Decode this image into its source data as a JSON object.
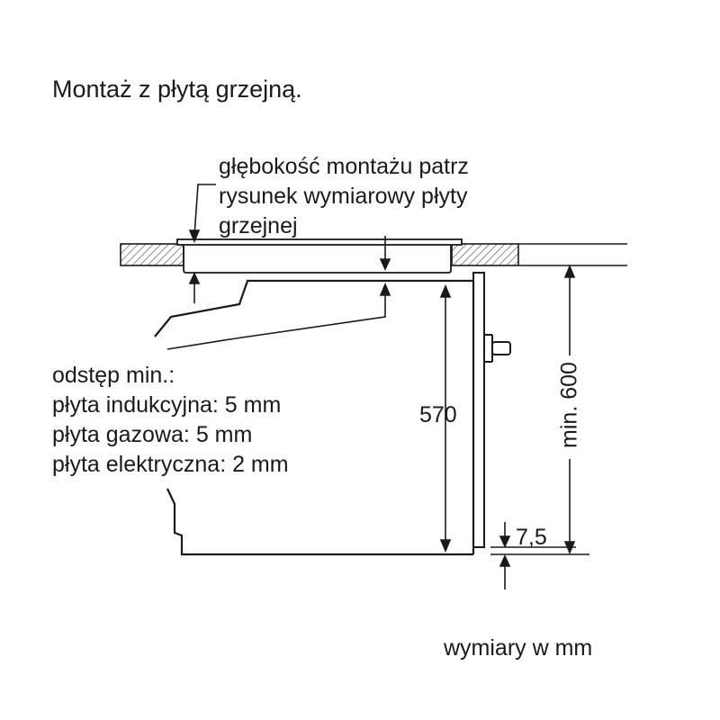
{
  "title": "Montaż z płytą grzejną.",
  "depth_note": {
    "lines": [
      "głębokość montażu patrz",
      "rysunek wymiarowy płyty",
      "grzejnej"
    ]
  },
  "gap_note": {
    "lines": [
      "odstęp min.:",
      "płyta indukcyjna: 5 mm",
      "płyta gazowa: 5 mm",
      "płyta elektryczna: 2 mm"
    ]
  },
  "dimensions": {
    "oven_height": "570",
    "cabinet_height": "min. 600",
    "bottom_gap": "7,5"
  },
  "units_note": "wymiary w mm",
  "colors": {
    "line": "#1a1a1a",
    "hatch": "#555555",
    "background": "#ffffff"
  }
}
